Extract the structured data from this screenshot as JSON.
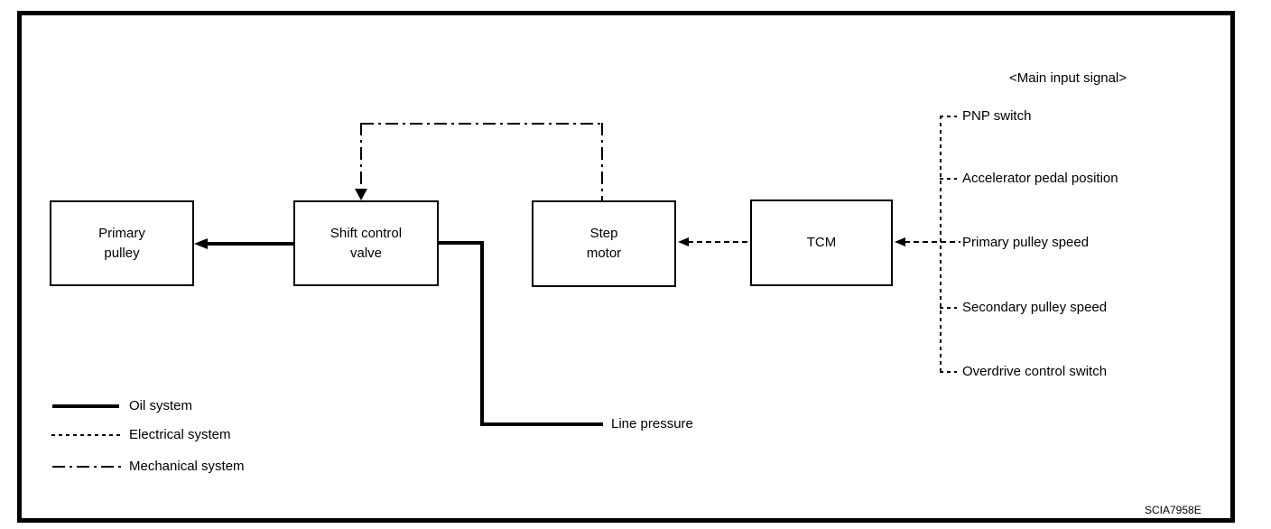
{
  "colors": {
    "ink": "#000000",
    "background": "#ffffff"
  },
  "boxes": {
    "primary_pulley": {
      "line1": "Primary",
      "line2": "pulley"
    },
    "shift_control_valve": {
      "line1": "Shift control",
      "line2": "valve"
    },
    "step_motor": {
      "line1": "Step",
      "line2": "motor"
    },
    "tcm": {
      "line1": "TCM"
    }
  },
  "labels": {
    "line_pressure": "Line pressure",
    "main_input_heading": "<Main input signal>",
    "figure_code": "SCIA7958E"
  },
  "main_input_signals": [
    "PNP switch",
    "Accelerator pedal position",
    "Primary pulley speed",
    "Secondary pulley speed",
    "Overdrive control switch"
  ],
  "legend": [
    {
      "label": "Oil system",
      "line_style": "solid-thick"
    },
    {
      "label": "Electrical system",
      "line_style": "dashed"
    },
    {
      "label": "Mechanical system",
      "line_style": "dash-dot"
    }
  ]
}
